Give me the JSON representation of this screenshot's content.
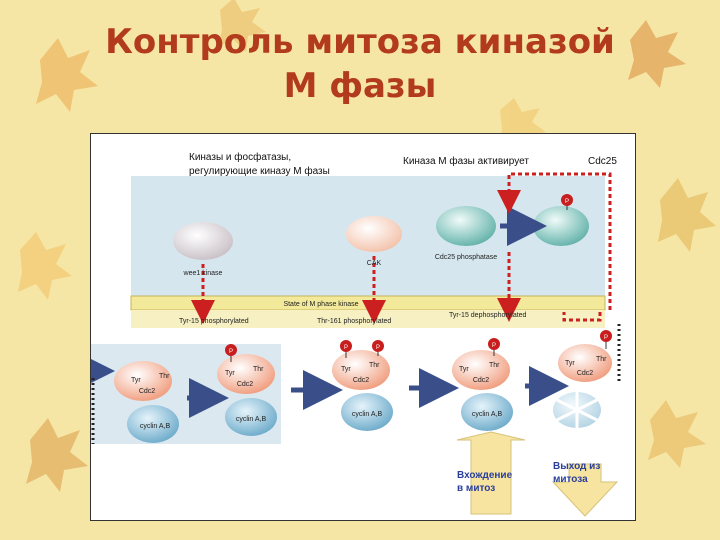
{
  "slide": {
    "title_line1": "Контроль митоза киназой",
    "title_line2": "М фазы"
  },
  "diagram": {
    "label_regulators_line1": "Киназы и фосфатазы,",
    "label_regulators_line2": "регулирующие киназу М фазы",
    "label_feedback": "Киназа М фазы активирует",
    "label_feedback_target": "Cdc25",
    "enzymes": [
      "wee1 kinase",
      "CAK",
      "Cdc25 phosphatase"
    ],
    "band_title": "State of M phase kinase",
    "states": [
      "Tyr-15 phosphorylated",
      "Thr-161 phosphorylated",
      "Tyr-15 dephosphorylated"
    ],
    "complex": {
      "tyr": "Tyr",
      "thr": "Thr",
      "cdc2": "Cdc2",
      "cyclin": "cyclin A,B",
      "phospho": "P"
    },
    "entry_label_line1": "Вхождение",
    "entry_label_line2": "в митоз",
    "exit_label_line1": "Выход из",
    "exit_label_line2": "митоза",
    "colors": {
      "title": "#b23b1e",
      "band": "#f2ea9a",
      "cdc2": "#f09a7a",
      "cyclin": "#7fb6d2",
      "phospho": "#c81e1e",
      "arrow_red": "#cc1f1f",
      "entry_label": "#2a3f9a"
    }
  }
}
